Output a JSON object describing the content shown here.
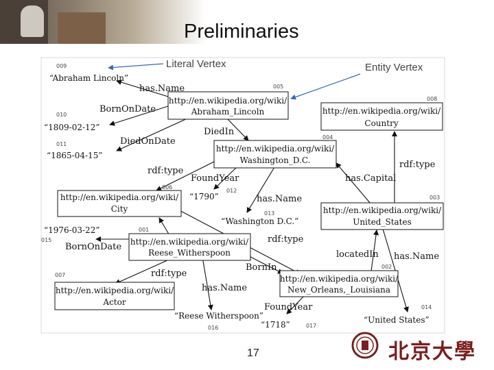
{
  "slide": {
    "title": "Preliminaries",
    "page_number": "17",
    "logo_text": "北京大學"
  },
  "captions": {
    "literal_vertex": "Literal Vertex",
    "entity_vertex": "Entity Vertex"
  },
  "nodes": {
    "n005": {
      "id": "005",
      "line1": "http://en.wikipedia.org/wiki/",
      "line2": "Abraham_Lincoln"
    },
    "n008": {
      "id": "008",
      "line1": "http://en.wikipedia.org/wiki/",
      "line2": "Country"
    },
    "n004": {
      "id": "004",
      "line1": "http://en.wikipedia.org/wiki/",
      "line2": "Washington_D.C."
    },
    "n006": {
      "id": "006",
      "line1": "http://en.wikipedia.org/wiki/",
      "line2": "City"
    },
    "n003": {
      "id": "003",
      "line1": "http://en.wikipedia.org/wiki/",
      "line2": "United_States"
    },
    "n001": {
      "id": "001",
      "line1": "http://en.wikipedia.org/wiki/",
      "line2": "Reese_Witherspoon"
    },
    "n002": {
      "id": "002",
      "line1": "http://en.wikipedia.org/wiki/",
      "line2": "New_Orleans,_Louisiana"
    },
    "n007": {
      "id": "007",
      "line1": "http://en.wikipedia.org/wiki/",
      "line2": "Actor"
    }
  },
  "literals": {
    "l009": {
      "id": "009",
      "text": "“Abraham Lincoln”"
    },
    "l010": {
      "id": "010",
      "text": "“1809-02-12”"
    },
    "l011": {
      "id": "011",
      "text": "“1865-04-15”"
    },
    "l012": {
      "id": "012",
      "text": "“1790”"
    },
    "l013": {
      "id": "013",
      "text": "“Washington D.C.”"
    },
    "l015": {
      "id": "015",
      "text": "“1976-03-22”"
    },
    "l016": {
      "id": "016",
      "text": "“Reese Witherspoon”"
    },
    "l017": {
      "id": "017",
      "text": "“1718”"
    },
    "l014": {
      "id": "014",
      "text": "“United States”"
    }
  },
  "edges": {
    "e1": "has.Name",
    "e2": "BornOnDate",
    "e3": "DiedOnDate",
    "e4": "DiedIn",
    "e5": "rdf:type",
    "e6": "FoundYear",
    "e7": "has.Name",
    "e8": "has.Capital",
    "e9": "rdf:type",
    "e10": "BornOnDate",
    "e11": "rdf:type",
    "e12": "BornIn",
    "e13": "rdf:type",
    "e14": "has.Name",
    "e15": "locatedIn",
    "e16": "has.Name",
    "e17": "FoundYear"
  }
}
